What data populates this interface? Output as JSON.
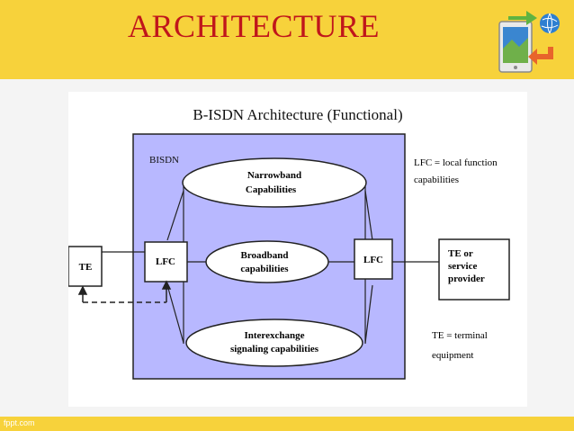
{
  "slide": {
    "title": "ARCHITECTURE",
    "footer": "fppt.com",
    "logo_icon": "mobile-network-icon"
  },
  "diagram": {
    "heading": "B-ISDN Architecture (Functional)",
    "region_label": "BISDN",
    "narrowband": {
      "line1": "Narrowband",
      "line2": "Capabilities"
    },
    "broadband": {
      "line1": "Broadband",
      "line2": "capabilities"
    },
    "interexchange": {
      "line1": "Interexchange",
      "line2": "signaling capabilities"
    },
    "te_left": "TE",
    "lfc_left": "LFC",
    "lfc_right": "LFC",
    "te_right": {
      "line1": "TE or",
      "line2": "service",
      "line3": "provider"
    },
    "legend_lfc": {
      "line1": "LFC = local function",
      "line2": "capabilities"
    },
    "legend_te": {
      "line1": "TE = terminal",
      "line2": "equipment"
    }
  },
  "colors": {
    "header": "#f7d23b",
    "title": "#c0161b",
    "bisdn_fill": "#b8b8ff"
  }
}
